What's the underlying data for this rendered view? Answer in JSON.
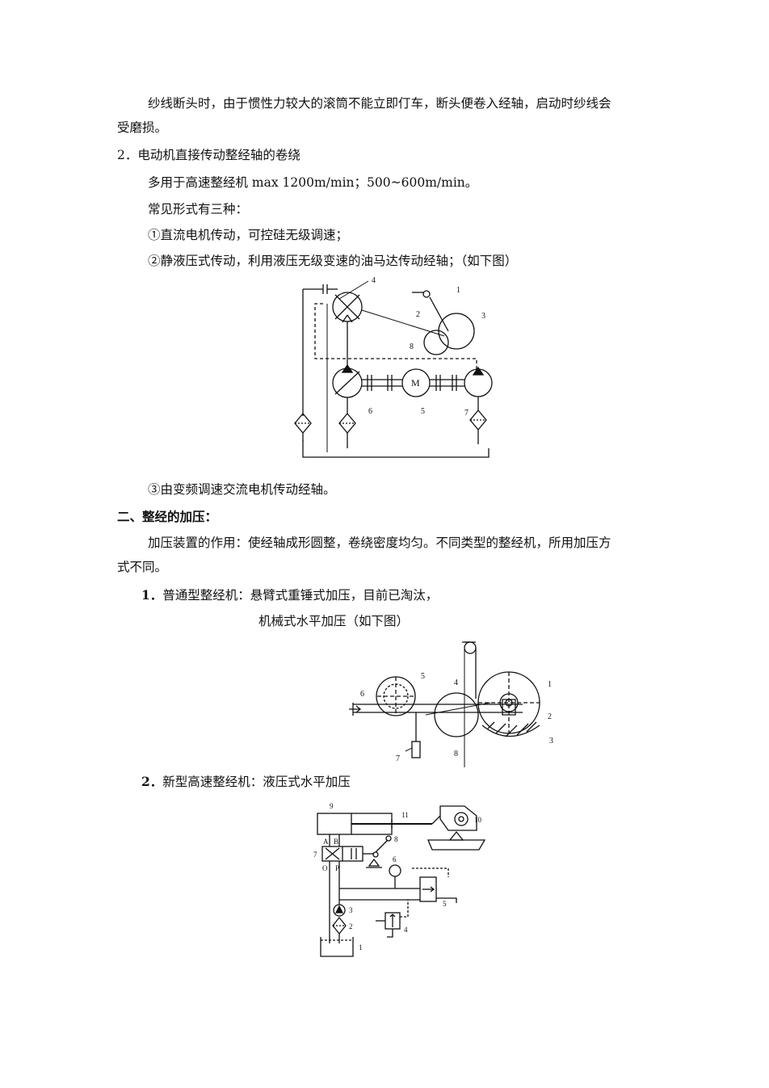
{
  "paragraphs": {
    "p1_line1": "纱线断头时，由于惯性力较大的滚筒不能立即仃车，断头便卷入经轴，启动时纱线会",
    "p1_line2": "受磨损。",
    "h2": "2．电动机直接传动整经轴的卷绕",
    "p2": "多用于高速整经机  max 1200m/min；500~600m/min。",
    "p3": "常见形式有三种：",
    "item1": "①直流电机传动，可控硅无级调速；",
    "item2": "②静液压式传动，利用液压无级变速的油马达传动经轴；（如下图）",
    "item3": "③由变频调速交流电机传动经轴。",
    "section2": "二、整经的加压：",
    "p4_line1": "加压装置的作用：使经轴成形圆整，卷绕密度均匀。不同类型的整经机，所用加压方",
    "p4_line2": "式不同。",
    "li1_num": "1．",
    "li1_text": "普通型整经机：悬臂式重锤式加压，目前已淘汰，",
    "li1_sub": "机械式水平加压（如下图）",
    "li2_num": "2．",
    "li2_text": "新型高速整经机：液压式水平加压"
  },
  "figure1": {
    "labels": [
      "1",
      "2",
      "3",
      "4",
      "5",
      "6",
      "7",
      "8"
    ],
    "motor_label": "M"
  },
  "figure2": {
    "labels": [
      "1",
      "2",
      "3",
      "4",
      "5",
      "6",
      "7",
      "8"
    ]
  },
  "figure3": {
    "labels": [
      "1",
      "2",
      "3",
      "4",
      "5",
      "6",
      "7",
      "8",
      "9",
      "10",
      "11"
    ],
    "port_labels": [
      "A",
      "B",
      "O",
      "P"
    ]
  }
}
